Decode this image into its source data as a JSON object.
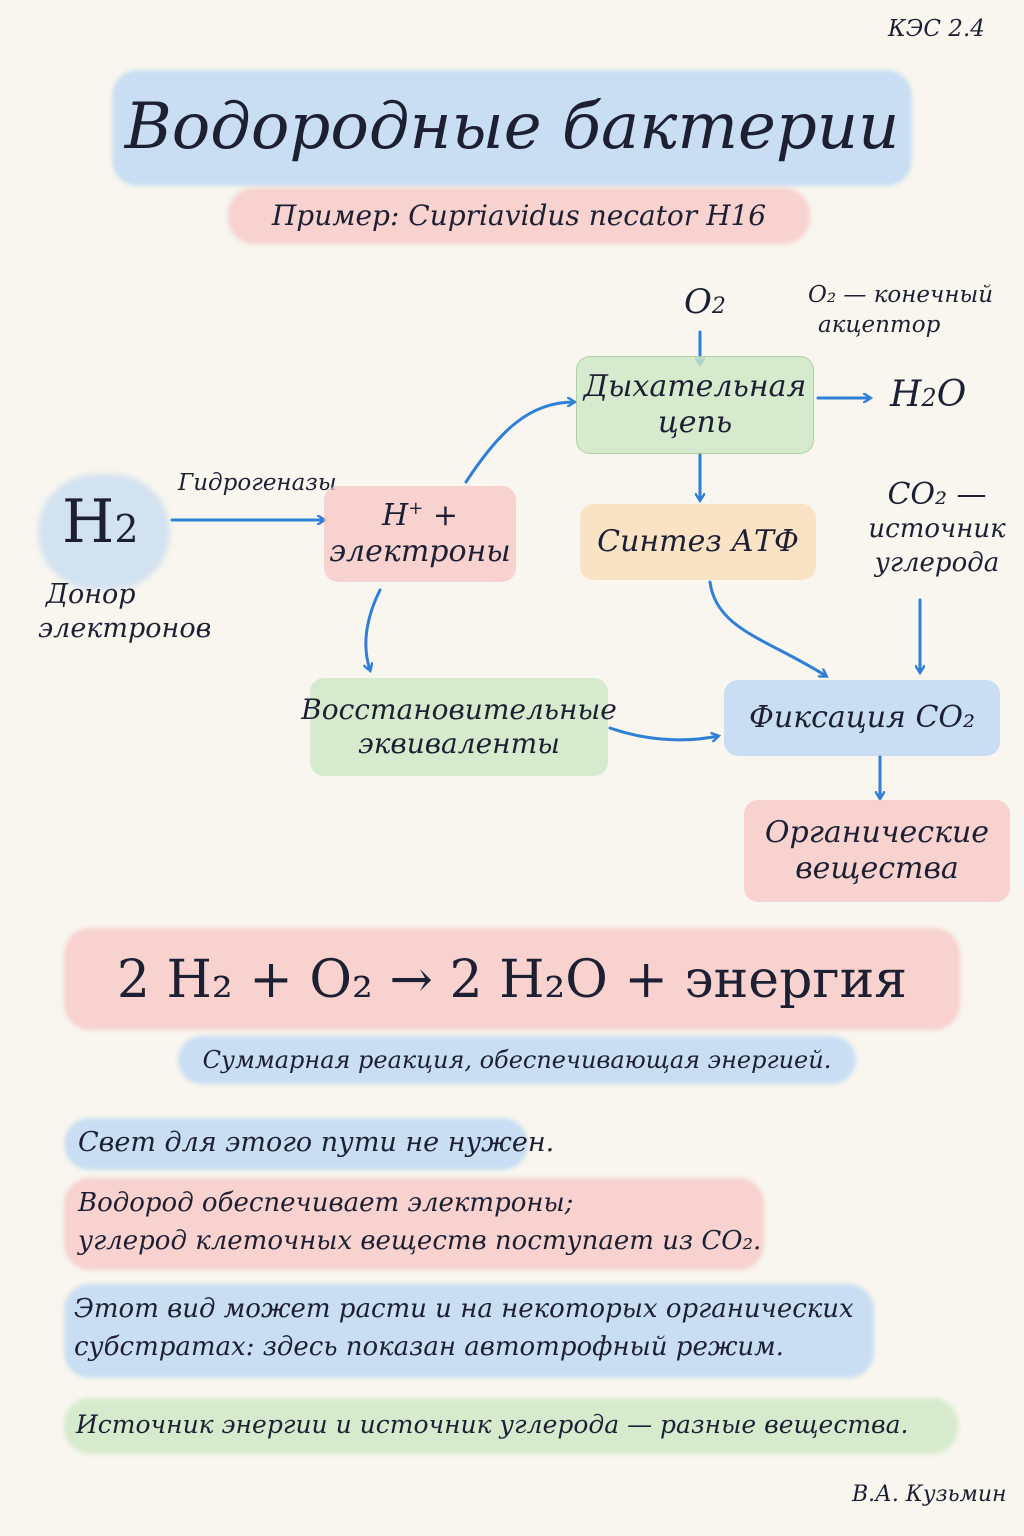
{
  "header": {
    "code": "КЭС 2.4",
    "title": "Водородные бактерии",
    "example": "Пример: Cupriavidus necator H16"
  },
  "diagram": {
    "h2": "H",
    "h2_sub": "2",
    "donor_line1": "Донор",
    "donor_line2": "электронов",
    "hydrogenases": "Гидрогеназы",
    "hplus_line1": "H",
    "hplus_sup": "+",
    "hplus_plus": " +",
    "hplus_line2": "электроны",
    "o2_top": "O",
    "o2_top_sub": "2",
    "o2_note_line1": "O₂ — конечный",
    "o2_note_line2": "акцептор",
    "resp_line1": "Дыхательная",
    "resp_line2": "цепь",
    "h2o_main": "H",
    "h2o_sub": "2",
    "h2o_end": "O",
    "atp": "Синтез АТФ",
    "co2_line1": "CO₂ —",
    "co2_line2": "источник",
    "co2_line3": "углерода",
    "reduce_line1": "Восстановительные",
    "reduce_line2": "эквиваленты",
    "fixation": "Фиксация CO₂",
    "organic_line1": "Органические",
    "organic_line2": "вещества"
  },
  "equation": {
    "text": "2 H₂ + O₂ → 2 H₂O + энергия",
    "caption": "Суммарная реакция, обеспечивающая энергией."
  },
  "notes": {
    "n1": "Свет для этого пути не нужен.",
    "n2_line1": "Водород обеспечивает электроны;",
    "n2_line2": "углерод клеточных веществ поступает из CO₂.",
    "n3_line1": "Этот вид может расти и на некоторых органических",
    "n3_line2": "субстратах: здесь показан автотрофный режим.",
    "n4": "Источник энергии и источник углерода — разные вещества."
  },
  "footer": {
    "author": "В.А. Кузьмин"
  },
  "colors": {
    "ink": "#1d2033",
    "arrow": "#2f7fd6",
    "blue": "#bad6f4",
    "pink": "#f6c4c4",
    "green": "#cde8c4",
    "orange": "#fadebc"
  }
}
